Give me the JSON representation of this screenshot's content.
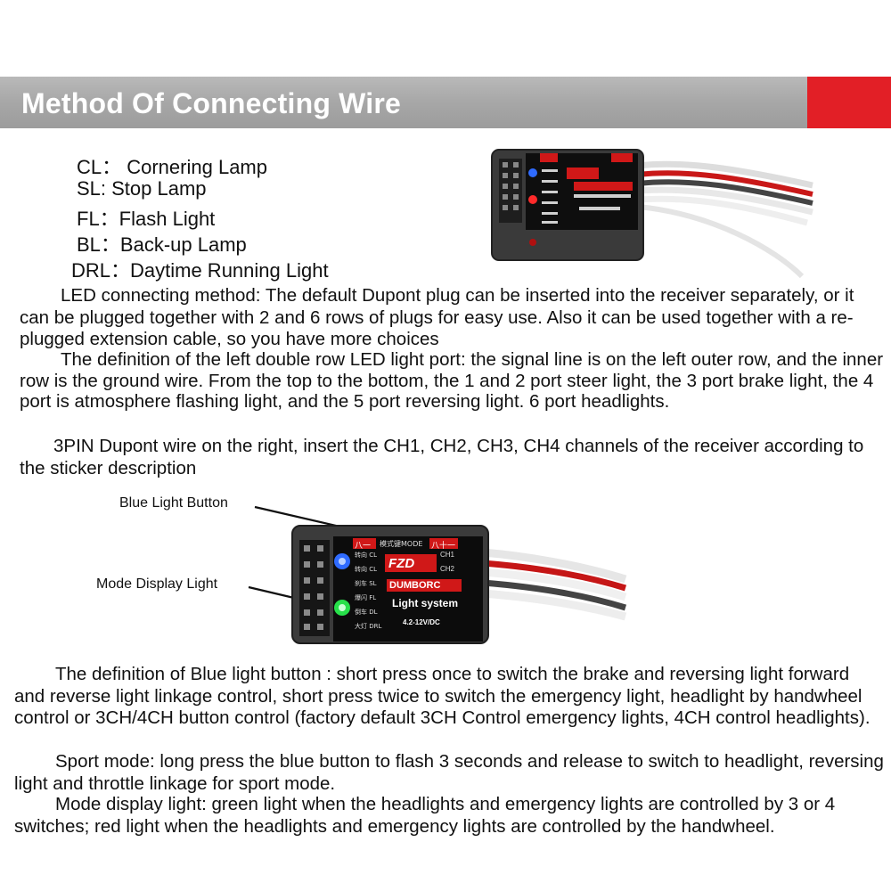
{
  "header": {
    "title": "Method Of Connecting Wire",
    "accent_color": "#e21f26",
    "band_color": "#a8a8a8"
  },
  "abbreviations": [
    {
      "text": "CL： Cornering Lamp"
    },
    {
      "text": "SL: Stop Lamp"
    },
    {
      "text": "FL：Flash Light"
    },
    {
      "text": "BL：Back-up Lamp"
    },
    {
      "text": "DRL：Daytime Running Light"
    }
  ],
  "paragraphs": {
    "led_connecting": "LED connecting method: The default Dupont plug can be inserted into the receiver separately, or it can be plugged together with 2 and 6 rows of plugs for easy use. Also it can be used together with a re-plugged extension cable, so you have more choices",
    "left_port": "The definition of the left double row LED light port: the signal line is on the left outer row, and the inner row is the ground wire. From the top to the bottom, the 1 and 2 port steer light, the 3  port brake light, the 4 port is atmosphere flashing light, and the 5 port reversing light. 6 port headlights.",
    "dupont_right": "3PIN Dupont wire on the right, insert the CH1, CH2, CH3, CH4 channels of the receiver according to the sticker description",
    "blue_button": "The definition of Blue light button : short press once to switch the brake and reversing light forward and reverse light linkage control, short press twice to switch the emergency light, headlight by handwheel control or 3CH/4CH button control (factory default 3CH Control emergency lights, 4CH control headlights).",
    "sport_mode": "Sport mode: long press the blue button to flash 3 seconds and release to switch to headlight, reversing light and throttle linkage for sport mode.",
    "mode_display": "Mode display light:  green light  when the headlights and emergency lights are controlled by 3 or 4 switches; red light when the headlights and emergency lights are controlled by the handwheel."
  },
  "callouts": {
    "blue_button": "Blue Light Button",
    "mode_display": "Mode Display Light"
  },
  "module": {
    "top_label": "八一",
    "mode_label": "模式键MODE",
    "right_label": "八十一",
    "brand_logo": "FZD",
    "brand": "DUMBORC",
    "system": "Light system",
    "voltage": "4.2-12V/DC",
    "channels": [
      "CH1",
      "CH2"
    ],
    "ports": [
      {
        "cn": "转向",
        "code": "CL"
      },
      {
        "cn": "转向",
        "code": "CL"
      },
      {
        "cn": "刹车",
        "code": "SL"
      },
      {
        "cn": "爆闪",
        "code": "FL"
      },
      {
        "cn": "倒车",
        "code": "DL"
      },
      {
        "cn": "大灯",
        "code": "DRL"
      }
    ],
    "led_blue": "#2f6bff",
    "led_green": "#27e04a",
    "led_red": "#ff2a2a",
    "sticker_red": "#d01818"
  }
}
